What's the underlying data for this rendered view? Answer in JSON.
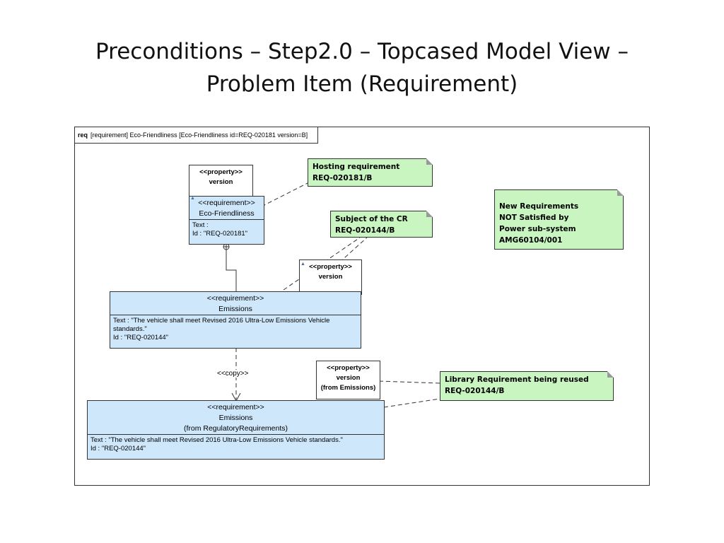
{
  "slide": {
    "title_line1": "Preconditions – Step2.0 – Topcased Model View –",
    "title_line2": "Problem Item (Requirement)"
  },
  "frame": {
    "keyword": "req",
    "label": "[requirement] Eco-Friendliness [Eco-Friendliness id=REQ-020181 version=B]"
  },
  "eco": {
    "stereotype": "<<requirement>>",
    "name": "Eco-Friendliness",
    "text_line": "Text :",
    "id_line": "Id : \"REQ-020181\""
  },
  "prop1": {
    "stereotype": "<<property>>",
    "name": "version"
  },
  "prop2": {
    "stereotype": "<<property>>",
    "name": "version"
  },
  "prop3": {
    "stereotype": "<<property>>",
    "name": "version",
    "from": "(from Emissions)"
  },
  "emissions1": {
    "stereotype": "<<requirement>>",
    "name": "Emissions",
    "text_line1": "Text : \"The vehicle shall meet Revised 2016 Ultra-Low Emissions Vehicle",
    "text_line2": "standards.\"",
    "id_line": "Id : \"REQ-020144\""
  },
  "emissions2": {
    "stereotype": "<<requirement>>",
    "name": "Emissions",
    "from": "(from RegulatoryRequirements)",
    "text_line": "Text : \"The vehicle shall meet Revised 2016 Ultra-Low Emissions Vehicle standards.\"",
    "id_line": "Id : \"REQ-020144\""
  },
  "copy_label": "<<copy>>",
  "notes": {
    "hosting": {
      "line1": "Hosting requirement",
      "line2": "REQ-020181/B"
    },
    "subject": {
      "line1": "Subject of the CR",
      "line2": "REQ-020144/B"
    },
    "new_req": {
      "line1": "New Requirements",
      "line2": "NOT Satisfied by",
      "line3": "Power sub-system",
      "line4": "AMG60104/001"
    },
    "library": {
      "line1": "Library Requirement being reused",
      "line2": "REQ-020144/B"
    }
  },
  "colors": {
    "requirement_fill": "#cfe7fb",
    "note_fill": "#c8f5c0"
  }
}
